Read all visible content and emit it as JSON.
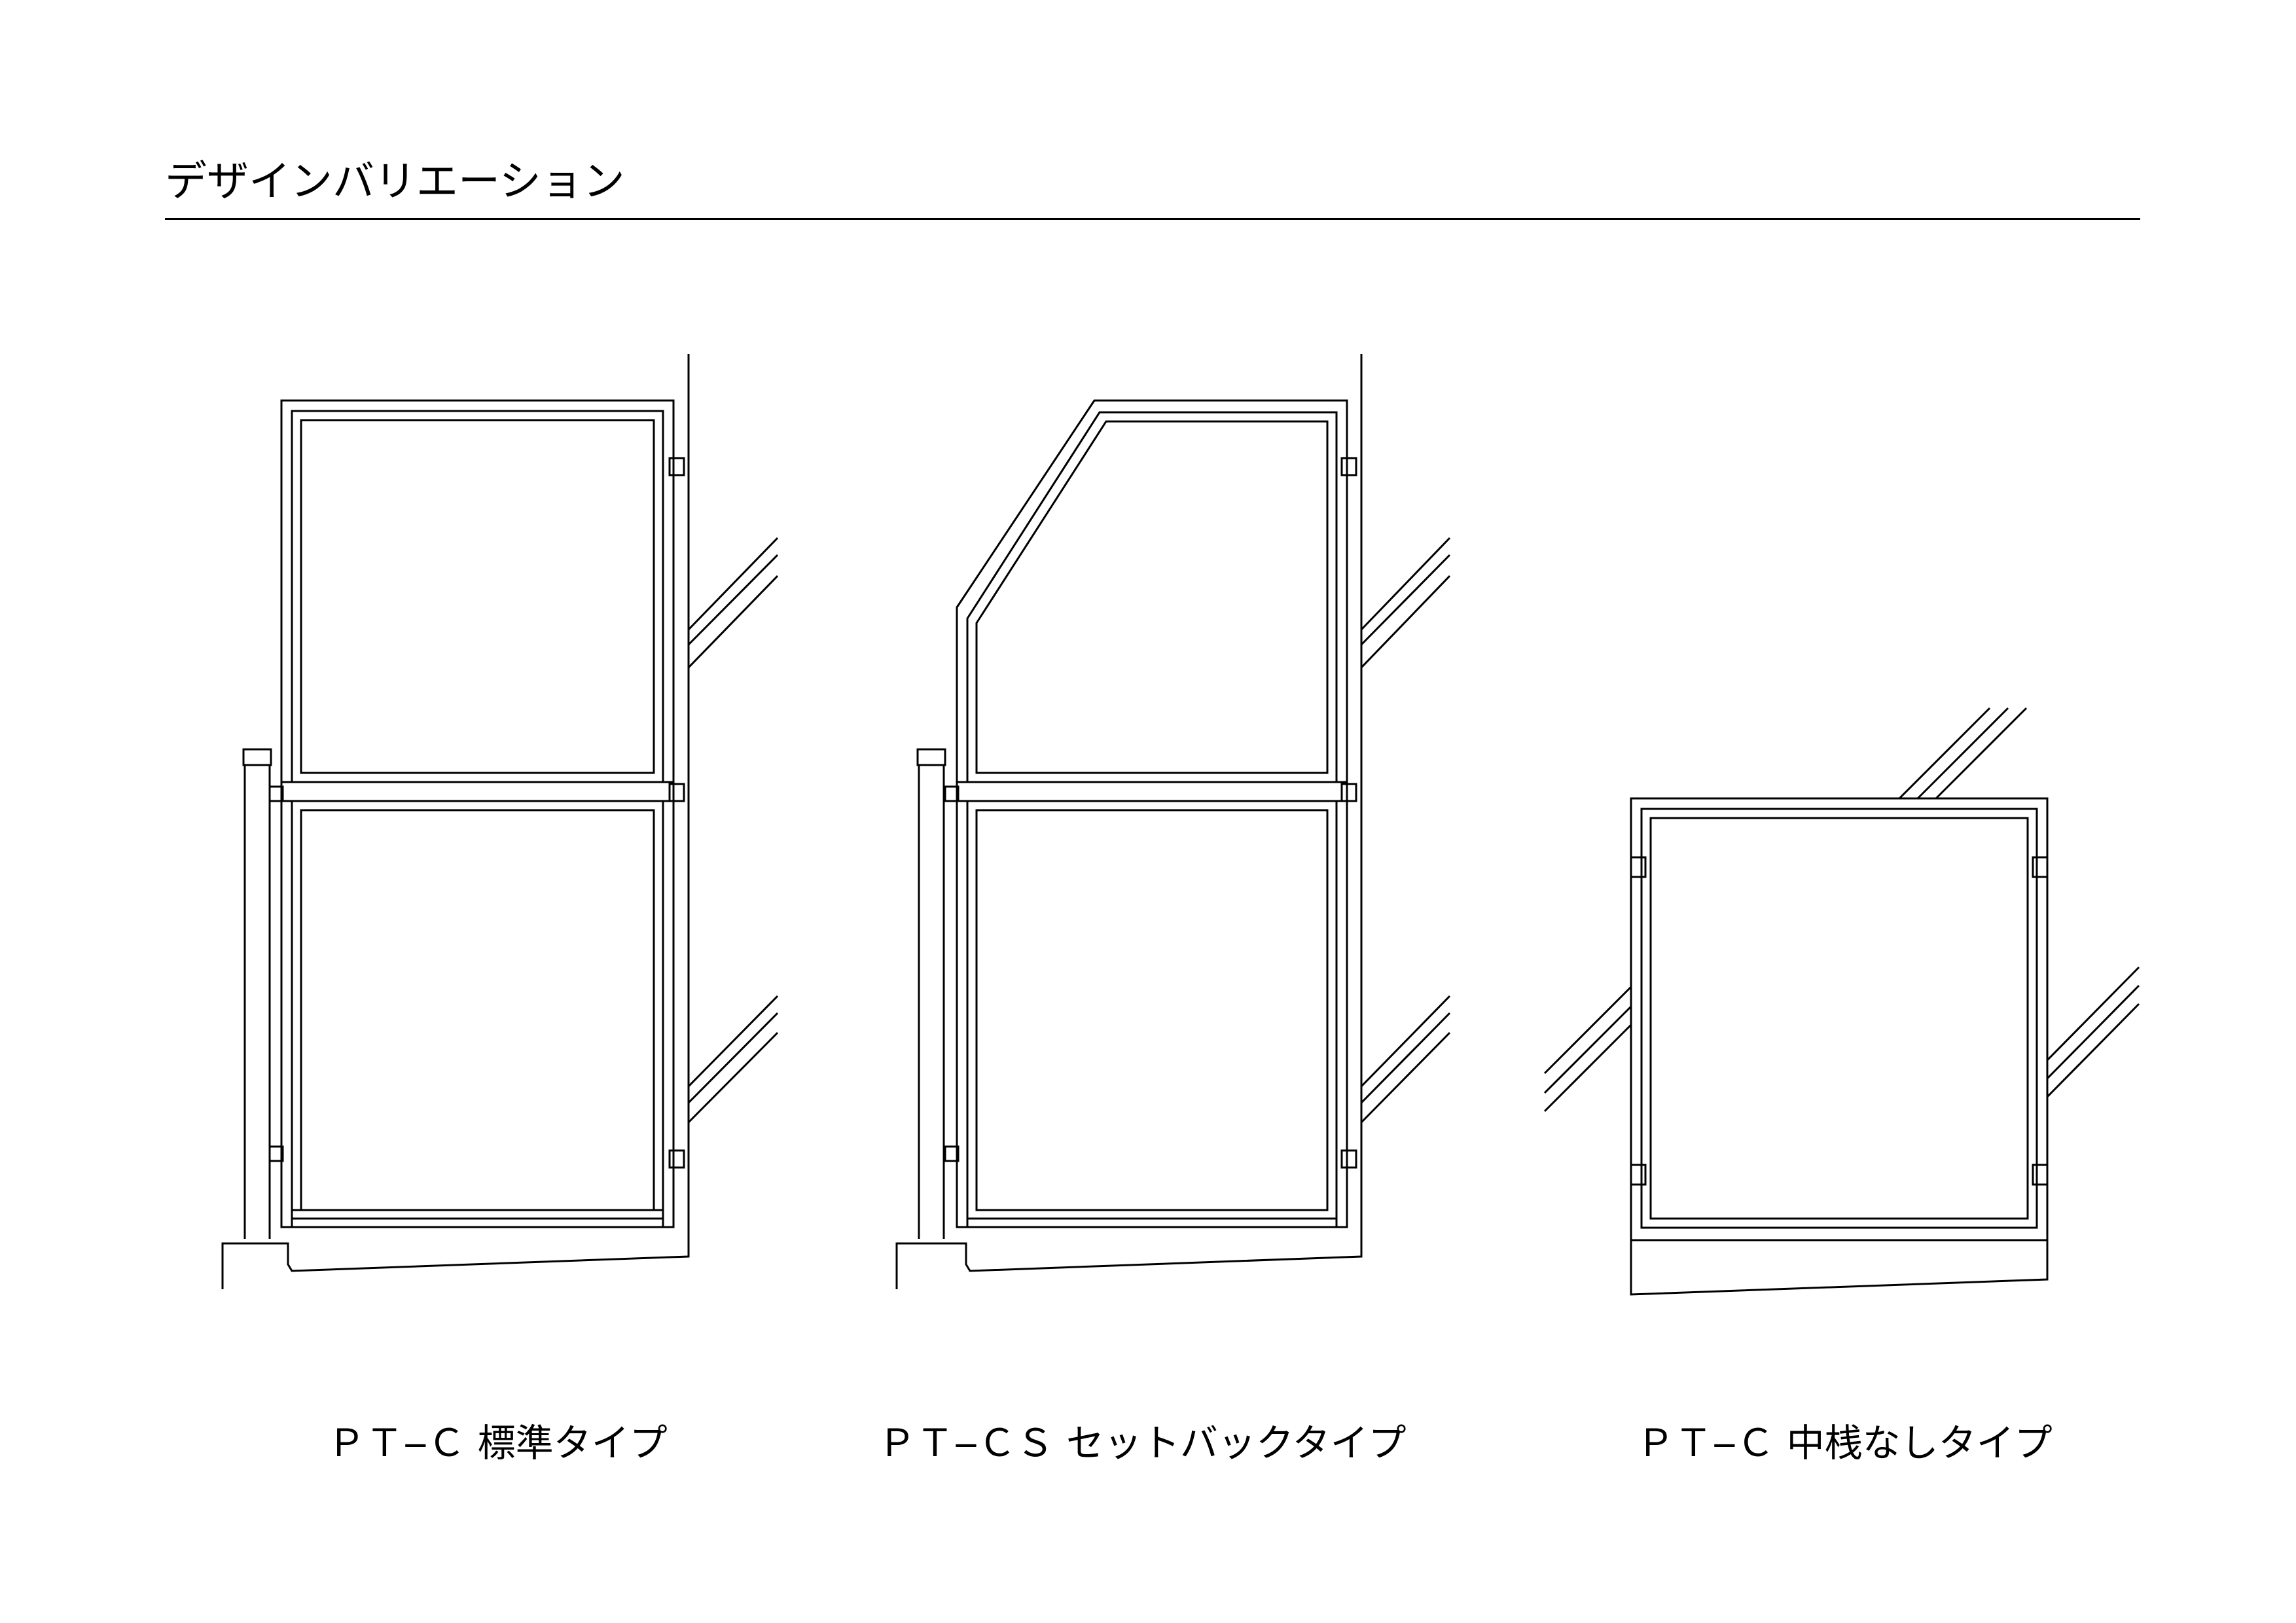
{
  "header": {
    "title": "デザインバリエーション"
  },
  "variants": [
    {
      "caption": "ＰＴ‒Ｃ 標準タイプ"
    },
    {
      "caption": "ＰＴ‒ＣＳ セットバックタイプ"
    },
    {
      "caption": "ＰＴ‒Ｃ 中桟なしタイプ"
    }
  ],
  "colors": {
    "line": "#000000",
    "background": "#ffffff"
  }
}
